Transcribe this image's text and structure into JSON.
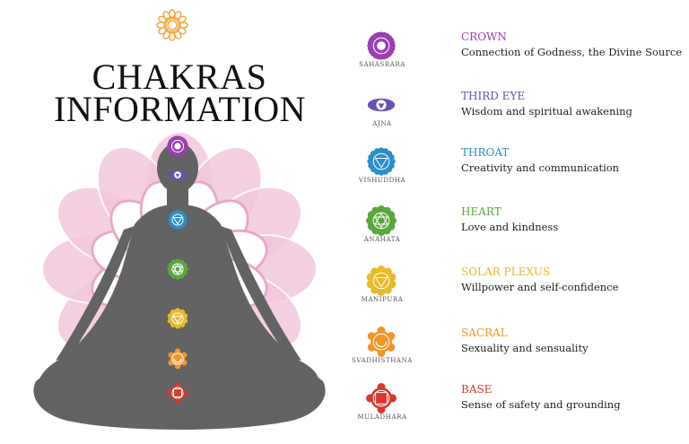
{
  "title": {
    "line1": "CHAKRAS",
    "line2": "INFORMATION"
  },
  "chakras": [
    {
      "sanskrit": "SAHASRARA",
      "name": "CROWN",
      "desc": "Connection of Godness, the Divine Source",
      "color": "#9b3fb0",
      "icon": "lotus-thousand-icon"
    },
    {
      "sanskrit": "AJNA",
      "name": "THIRD EYE",
      "desc": "Wisdom and spiritual awakening",
      "color": "#6a4fb5",
      "icon": "two-petal-eye-icon"
    },
    {
      "sanskrit": "VISHUDDHA",
      "name": "THROAT",
      "desc": "Creativity and communication",
      "color": "#2a8fc9",
      "icon": "sixteen-petal-triangle-icon"
    },
    {
      "sanskrit": "ANAHATA",
      "name": "HEART",
      "desc": "Love and kindness",
      "color": "#5aa83c",
      "icon": "hexagram-icon"
    },
    {
      "sanskrit": "MANIPURA",
      "name": "SOLAR PLEXUS",
      "desc": "Willpower and self-confidence",
      "color": "#e8b92a",
      "icon": "ten-petal-triangle-icon"
    },
    {
      "sanskrit": "SVADHISTHANA",
      "name": "SACRAL",
      "desc": "Sexuality and sensuality",
      "color": "#f0962a",
      "icon": "six-petal-crescent-icon"
    },
    {
      "sanskrit": "MULADHARA",
      "name": "BASE",
      "desc": "Sense of safety and grounding",
      "color": "#d9382e",
      "icon": "four-petal-square-icon"
    }
  ],
  "colors": {
    "silhouette": "#636363",
    "lotus": "#f3c7dc",
    "lotus_line": "#e9a9c9",
    "logo": "#f2a43a"
  }
}
